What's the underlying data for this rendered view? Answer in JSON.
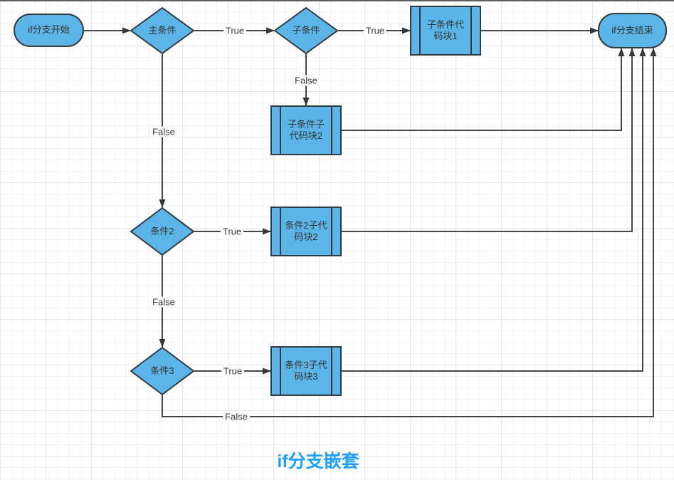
{
  "title": {
    "text": "if分支嵌套",
    "color": "#1e9fff"
  },
  "nodes": {
    "start": {
      "label": "if分支开始",
      "type": "terminator"
    },
    "main_cond": {
      "label": "主条件",
      "type": "decision"
    },
    "sub_cond": {
      "label": "子条件",
      "type": "decision"
    },
    "block1": {
      "label": "子条件代码块1",
      "type": "predefined-process"
    },
    "block2": {
      "label": "子条件子代码块2",
      "type": "predefined-process"
    },
    "cond2": {
      "label": "条件2",
      "type": "decision"
    },
    "block3": {
      "label": "条件2子代码块2",
      "type": "predefined-process"
    },
    "cond3": {
      "label": "条件3",
      "type": "decision"
    },
    "block4": {
      "label": "条件3子代码块3",
      "type": "predefined-process"
    },
    "end": {
      "label": "if分支结束",
      "type": "terminator"
    }
  },
  "edge_labels": {
    "main_true": "True",
    "main_false": "False",
    "sub_true": "True",
    "sub_false": "False",
    "cond2_true": "True",
    "cond2_false": "False",
    "cond3_true": "True",
    "cond3_false": "False"
  },
  "connections": [
    {
      "from": "start",
      "to": "main_cond",
      "label": ""
    },
    {
      "from": "main_cond",
      "to": "sub_cond",
      "label": "True"
    },
    {
      "from": "sub_cond",
      "to": "block1",
      "label": "True"
    },
    {
      "from": "block1",
      "to": "end",
      "label": ""
    },
    {
      "from": "sub_cond",
      "to": "block2",
      "label": "False"
    },
    {
      "from": "block2",
      "to": "end",
      "label": ""
    },
    {
      "from": "main_cond",
      "to": "cond2",
      "label": "False"
    },
    {
      "from": "cond2",
      "to": "block3",
      "label": "True"
    },
    {
      "from": "block3",
      "to": "end",
      "label": ""
    },
    {
      "from": "cond2",
      "to": "cond3",
      "label": "False"
    },
    {
      "from": "cond3",
      "to": "block4",
      "label": "True"
    },
    {
      "from": "block4",
      "to": "end",
      "label": ""
    },
    {
      "from": "cond3",
      "to": "end",
      "label": "False"
    }
  ],
  "colors": {
    "shape_fill": "#5cb5e8",
    "shape_border": "#333a40",
    "connector": "#454545",
    "label_text": "#3a3a3a",
    "title_blue": "#1e9fff",
    "grid_minor": "#f4f4f4",
    "grid_major": "#e6e6e6"
  }
}
